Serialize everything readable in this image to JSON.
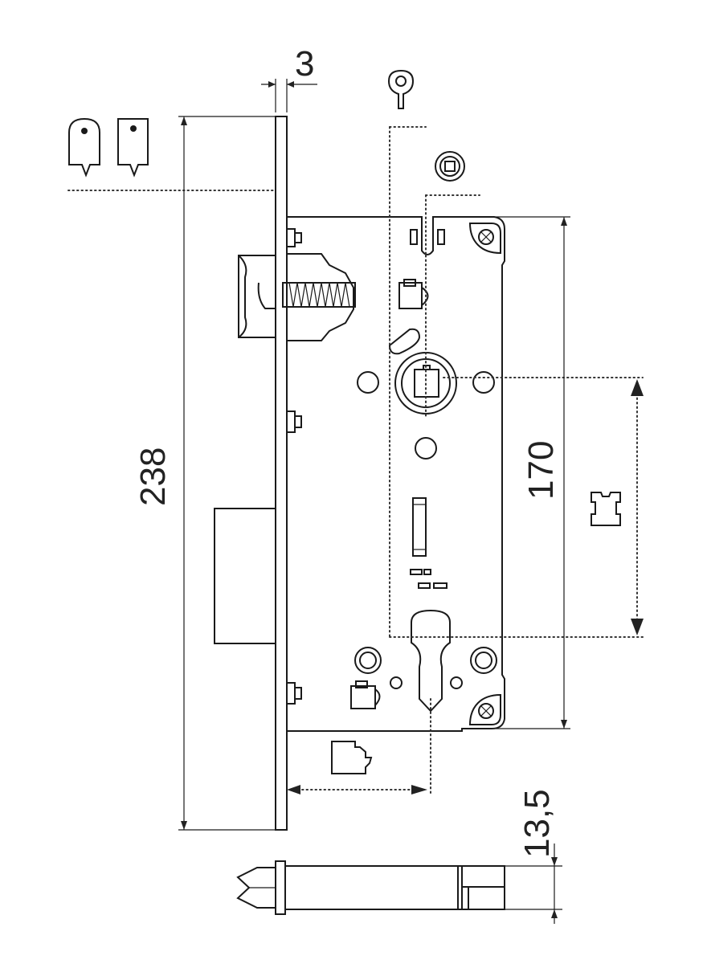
{
  "dimensions": {
    "plate_thickness": "3",
    "total_height": "238",
    "body_height": "170",
    "latch_width": "13,5"
  },
  "icons": {
    "latch_types": [
      "latch-round-icon",
      "latch-square-icon"
    ],
    "keyhole": "keyhole-icon",
    "spindle": "square-spindle-icon",
    "cylinder": "cylinder-profile-icon",
    "backset": "backset-square-icon"
  }
}
